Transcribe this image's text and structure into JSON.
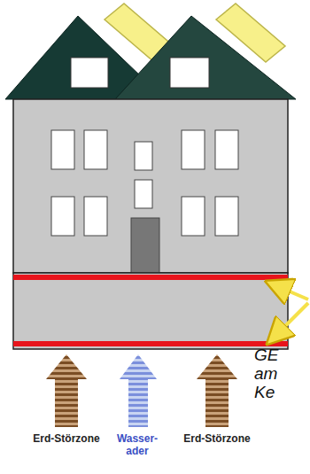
{
  "diagram": {
    "labels": [
      "Erd-Störzone",
      "Wasser- ader",
      "Erd-Störzone",
      "GE am Ke"
    ]
  }
}
